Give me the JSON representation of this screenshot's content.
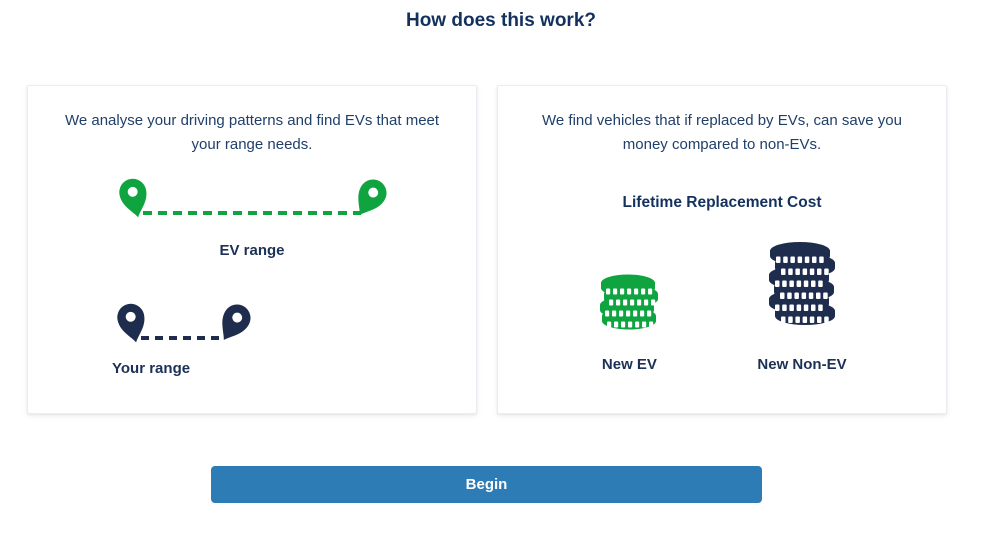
{
  "page": {
    "title": "How does this work?"
  },
  "colors": {
    "green": "#0fa440",
    "navy": "#1e2c4e",
    "heading_text": "#14315e",
    "body_text": "#20406a",
    "button_blue": "#2d7cb5"
  },
  "icons": {
    "pin": "map-pin-icon",
    "coins": "coin-stack-icon"
  },
  "cards": {
    "range": {
      "description": "We analyse your driving patterns and find EVs that meet your range needs.",
      "ev_range_label": "EV range",
      "your_range_label": "Your range"
    },
    "cost": {
      "description": "We find vehicles that if replaced by EVs, can save you money compared to non-EVs.",
      "heading": "Lifetime Replacement Cost",
      "new_ev_label": "New EV",
      "new_non_ev_label": "New Non-EV"
    }
  },
  "actions": {
    "begin_label": "Begin"
  }
}
